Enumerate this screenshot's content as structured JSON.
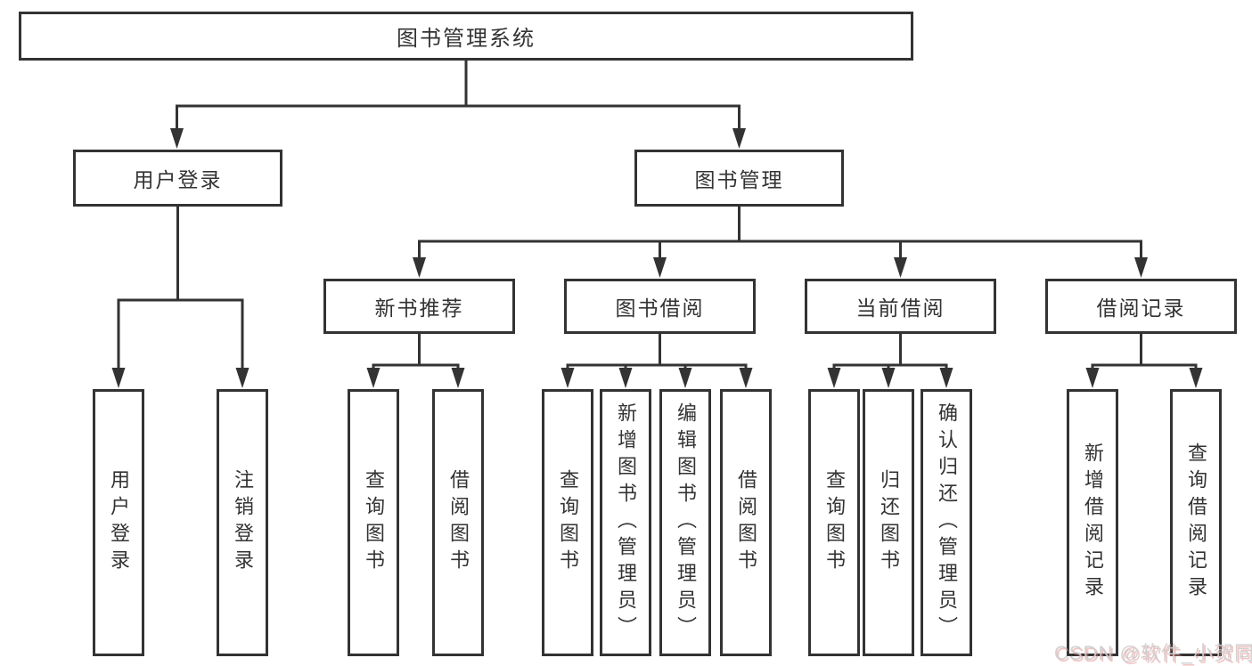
{
  "diagram": {
    "root": {
      "label": "图书管理系统"
    },
    "level2": {
      "user_login": {
        "label": "用户登录"
      },
      "book_management": {
        "label": "图书管理"
      }
    },
    "level3": {
      "new_book_recommend": {
        "label": "新书推荐"
      },
      "book_borrowing": {
        "label": "图书借阅"
      },
      "current_borrowing": {
        "label": "当前借阅"
      },
      "borrowing_records": {
        "label": "借阅记录"
      }
    },
    "leaves": {
      "user_login": [
        "用户登录",
        "注销登录"
      ],
      "new_book_recommend": [
        "查询图书",
        "借阅图书"
      ],
      "book_borrowing": [
        "查询图书",
        "新增图书（管理员）",
        "编辑图书（管理员）",
        "借阅图书"
      ],
      "current_borrowing": [
        "查询图书",
        "归还图书",
        "确认归还（管理员）"
      ],
      "borrowing_records": [
        "新增借阅记录",
        "查询借阅记录"
      ]
    }
  },
  "watermark": {
    "text": "CSDN @软件_小贺同学"
  },
  "colors": {
    "line": "#333333",
    "text": "#333333",
    "background": "#ffffff",
    "watermark": "#cdcdcd",
    "watermark_shadow": "#e67878"
  }
}
